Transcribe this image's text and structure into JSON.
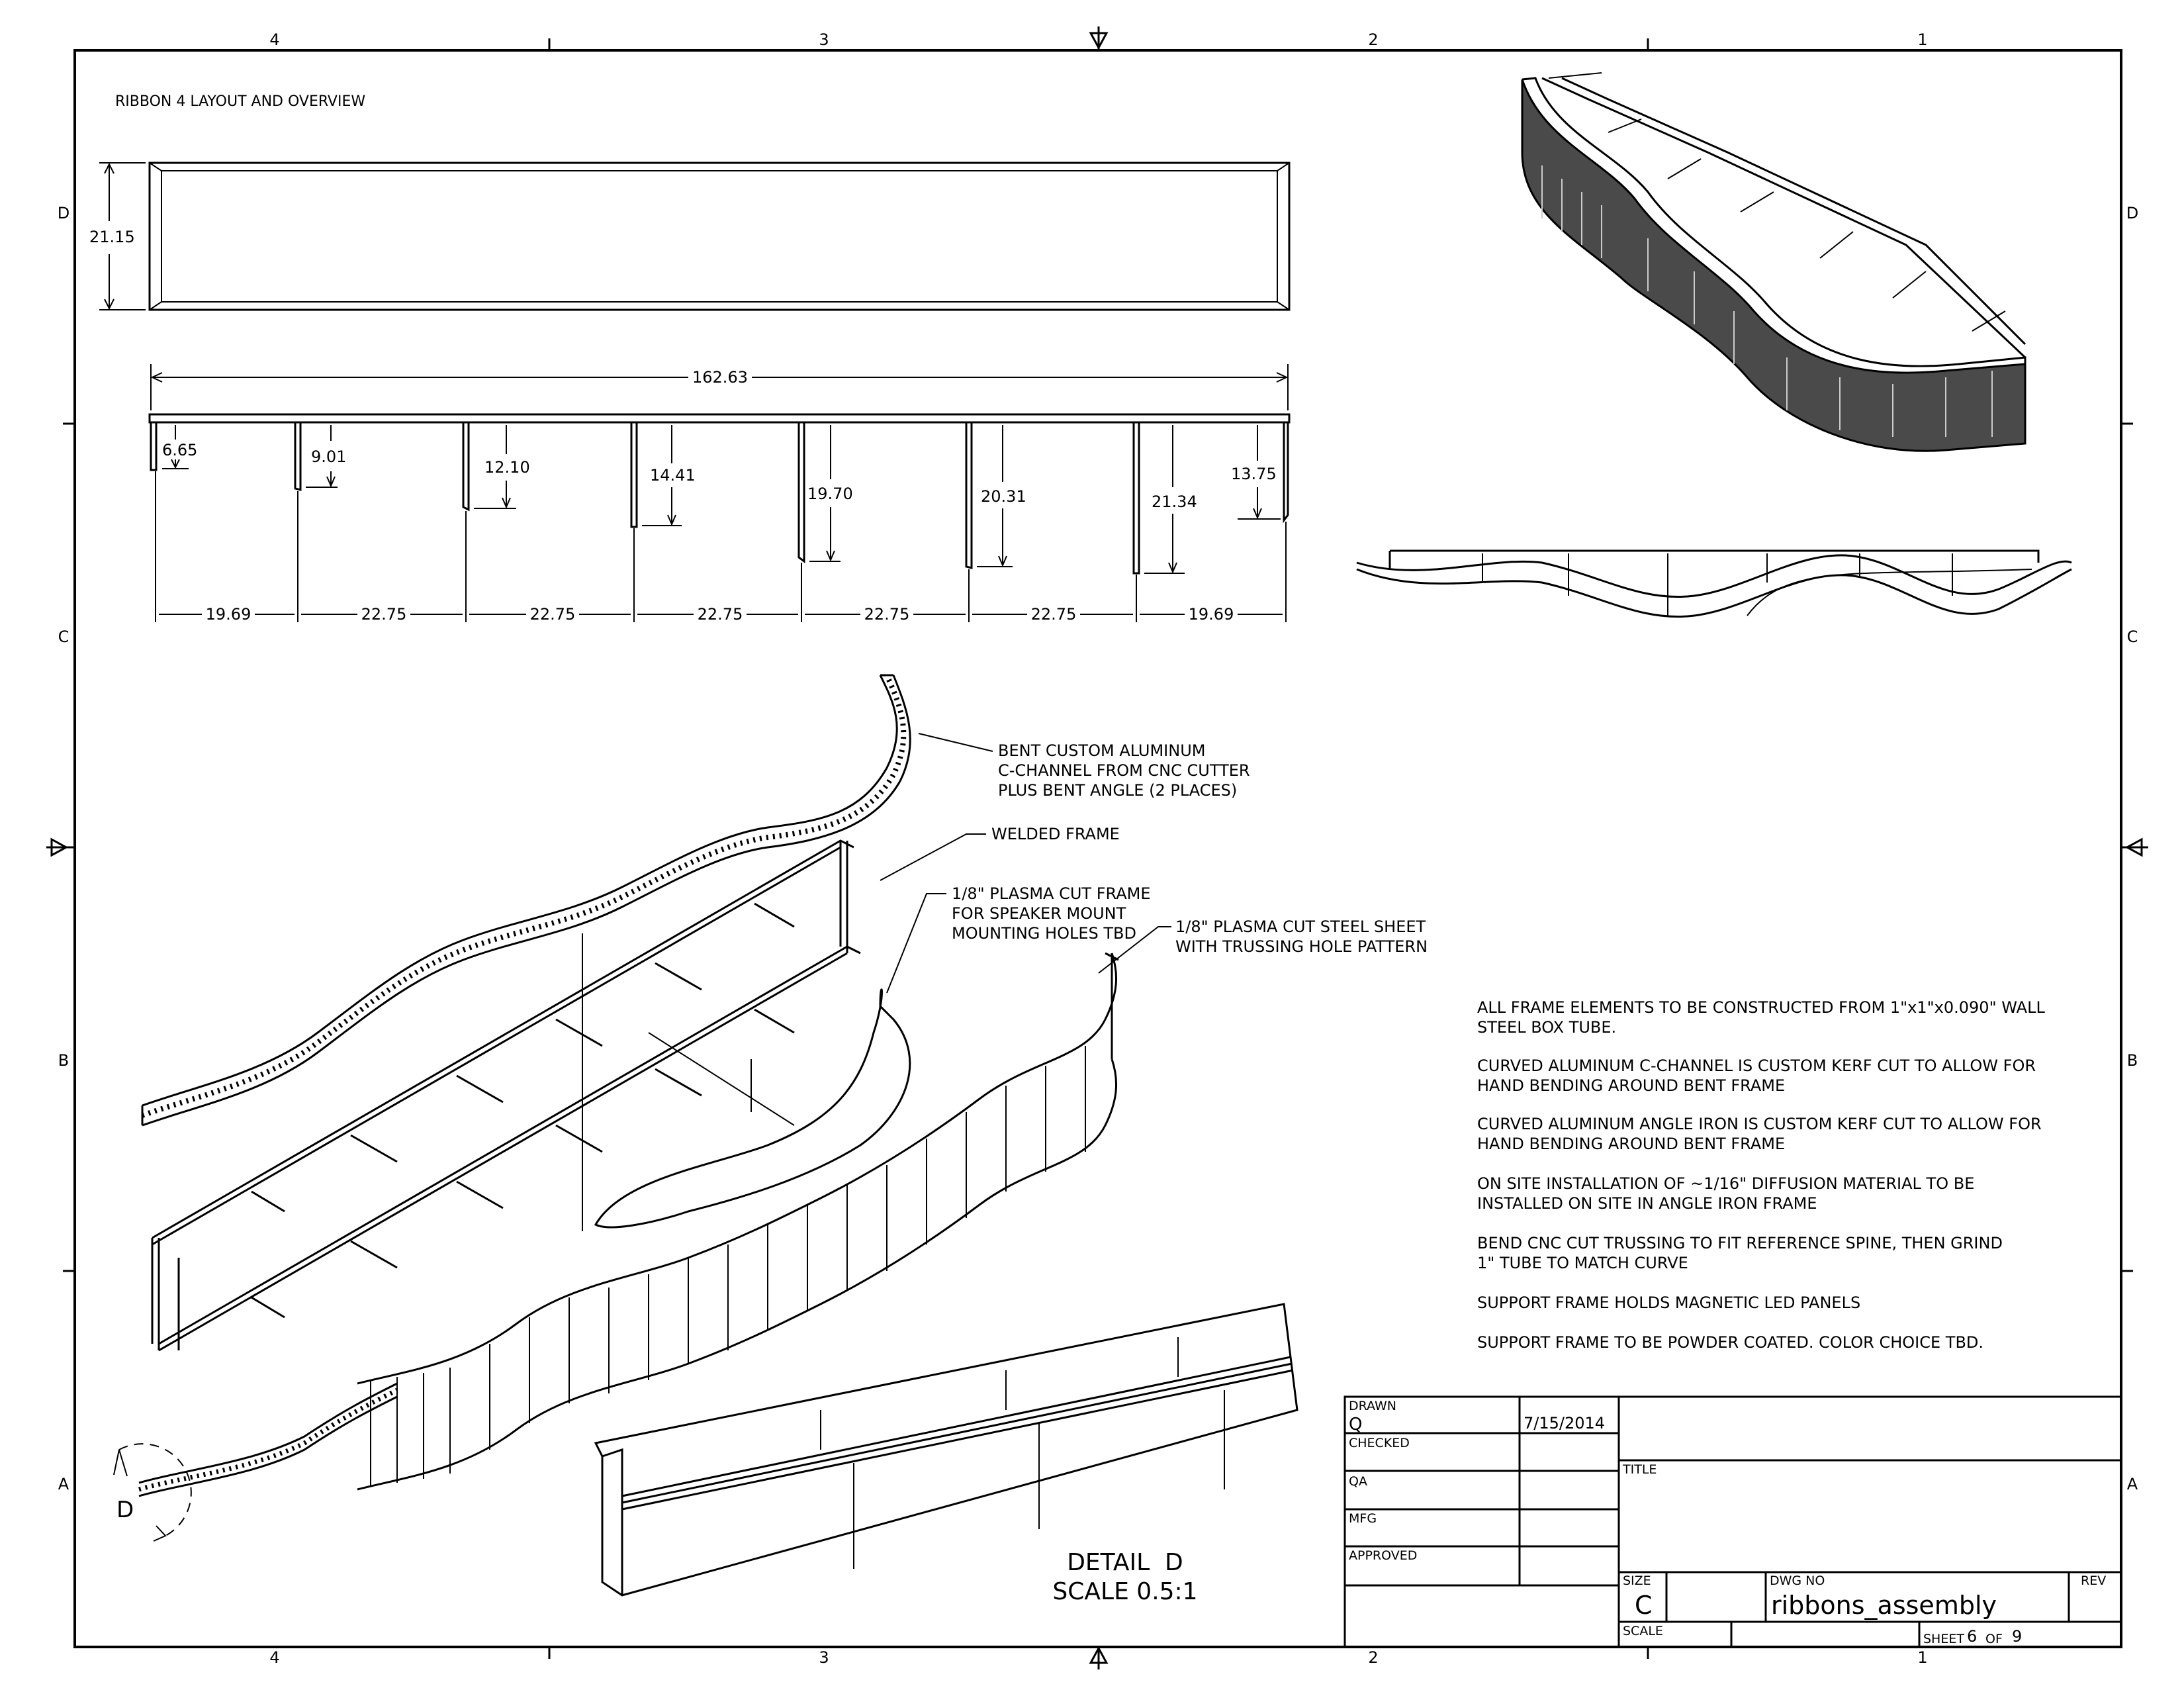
{
  "border": {
    "columns": [
      "4",
      "3",
      "2",
      "1"
    ],
    "rows": [
      "D",
      "C",
      "B",
      "A"
    ]
  },
  "view_title": "RIBBON 4 LAYOUT AND OVERVIEW",
  "top_view": {
    "height_dim": "21.15"
  },
  "side_view": {
    "overall_dim": "162.63",
    "post_heights": [
      "6.65",
      "9.01",
      "12.10",
      "14.41",
      "19.70",
      "20.31",
      "21.34",
      "13.75"
    ],
    "spacings": [
      "19.69",
      "22.75",
      "22.75",
      "22.75",
      "22.75",
      "22.75",
      "19.69"
    ]
  },
  "callouts": {
    "c_channel": [
      "BENT CUSTOM ALUMINUM",
      "C-CHANNEL FROM CNC CUTTER",
      "PLUS BENT ANGLE (2 PLACES)"
    ],
    "welded_frame": [
      "WELDED FRAME"
    ],
    "plasma_frame": [
      "1/8\" PLASMA CUT FRAME",
      "FOR SPEAKER MOUNT",
      "MOUNTING HOLES TBD"
    ],
    "steel_sheet": [
      "1/8\" PLASMA CUT STEEL SHEET",
      "WITH TRUSSING HOLE PATTERN"
    ]
  },
  "notes": [
    [
      "ALL FRAME ELEMENTS TO BE CONSTRUCTED FROM 1\"x1\"x0.090\" WALL",
      "STEEL BOX TUBE."
    ],
    [
      "CURVED ALUMINUM C-CHANNEL IS CUSTOM KERF CUT TO ALLOW FOR",
      "HAND BENDING AROUND BENT FRAME"
    ],
    [
      "CURVED ALUMINUM ANGLE IRON IS CUSTOM KERF CUT TO ALLOW FOR",
      "HAND BENDING AROUND BENT FRAME"
    ],
    [
      "ON SITE INSTALLATION OF ~1/16\" DIFFUSION MATERIAL TO BE",
      "INSTALLED ON SITE IN ANGLE IRON FRAME"
    ],
    [
      "BEND CNC CUT TRUSSING TO FIT REFERENCE SPINE, THEN GRIND",
      "1\" TUBE TO MATCH CURVE"
    ],
    [
      "SUPPORT FRAME HOLDS MAGNETIC LED PANELS"
    ],
    [
      "SUPPORT FRAME TO BE POWDER COATED. COLOR CHOICE TBD."
    ]
  ],
  "detail_marker": "D",
  "detail": {
    "title": "DETAIL  D",
    "scale": "SCALE 0.5:1"
  },
  "title_block": {
    "drawn_label": "DRAWN",
    "drawn_by": "Q",
    "drawn_date": "7/15/2014",
    "checked_label": "CHECKED",
    "qa_label": "QA",
    "mfg_label": "MFG",
    "approved_label": "APPROVED",
    "title_label": "TITLE",
    "size_label": "SIZE",
    "size": "C",
    "dwg_no_label": "DWG NO",
    "dwg_no": "ribbons_assembly",
    "rev_label": "REV",
    "scale_label": "SCALE",
    "sheet_label": "SHEET",
    "sheet_no": "6",
    "of_label": "OF",
    "sheet_total": "9"
  }
}
